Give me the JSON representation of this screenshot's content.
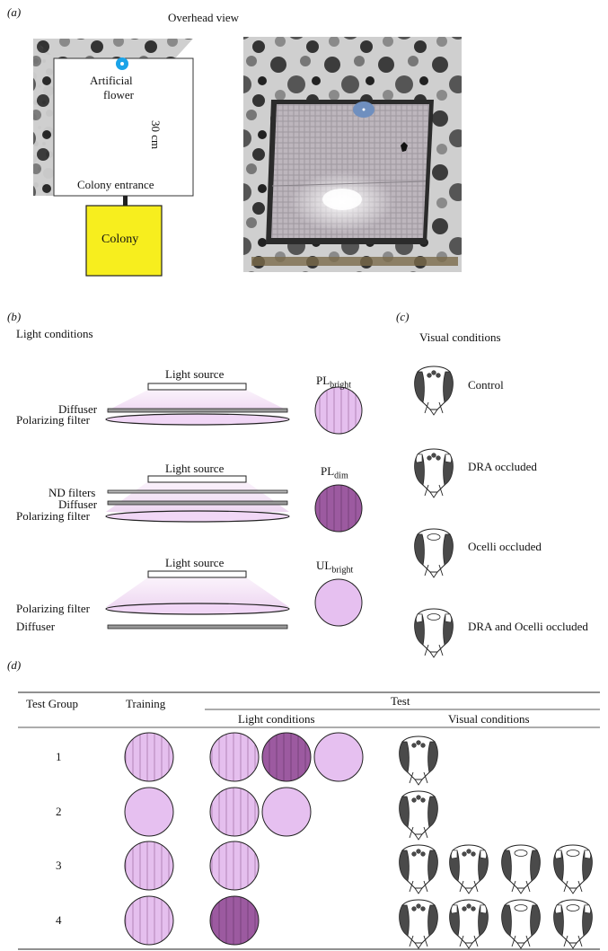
{
  "panel_a": {
    "label": "(a)",
    "title": "Overhead view",
    "flower_label_line1": "Artificial",
    "flower_label_line2": "flower",
    "size_label": "30 cm",
    "entrance_label": "Colony entrance",
    "colony_label": "Colony"
  },
  "panel_b": {
    "label": "(b)",
    "title": "Light conditions",
    "setups": [
      {
        "light_source": "Light source",
        "layers": [
          "Diffuser",
          "Polarizing filter"
        ],
        "stimulus_base": "PL",
        "stimulus_sub": "bright"
      },
      {
        "light_source": "Light source",
        "layers": [
          "ND filters",
          "Diffuser",
          "Polarizing filter"
        ],
        "stimulus_base": "PL",
        "stimulus_sub": "dim"
      },
      {
        "light_source": "Light source",
        "layers": [
          "Polarizing filter",
          "Diffuser"
        ],
        "stimulus_base": "UL",
        "stimulus_sub": "bright"
      }
    ]
  },
  "panel_c": {
    "label": "(c)",
    "title": "Visual conditions",
    "conditions": [
      "Control",
      "DRA occluded",
      "Ocelli occluded",
      "DRA and Ocelli occluded"
    ]
  },
  "panel_d": {
    "label": "(d)",
    "headers": {
      "group": "Test Group",
      "training": "Training",
      "test": "Test",
      "light": "Light conditions",
      "visual": "Visual conditions"
    },
    "rows": [
      {
        "group": "1",
        "training": "PL_bright",
        "light": [
          "PL_bright",
          "PL_dim",
          "UL_bright"
        ],
        "visual": [
          "Control"
        ]
      },
      {
        "group": "2",
        "training": "UL_bright",
        "light": [
          "PL_bright",
          "UL_bright"
        ],
        "visual": [
          "Control"
        ]
      },
      {
        "group": "3",
        "training": "PL_bright",
        "light": [
          "PL_bright"
        ],
        "visual": [
          "Control",
          "DRA occluded",
          "Ocelli occluded",
          "DRA and Ocelli occluded"
        ]
      },
      {
        "group": "4",
        "training": "PL_bright",
        "light": [
          "PL_dim"
        ],
        "visual": [
          "Control",
          "DRA occluded",
          "Ocelli occluded",
          "DRA and Ocelli occluded"
        ]
      }
    ]
  },
  "colors": {
    "pl_bright": "#e5bfee",
    "pl_dim": "#9c5aa0",
    "ul_bright": "#e6c0f0",
    "colony": "#f7ee1e",
    "flower": "#1aa3e8",
    "eye_dark": "#4a4a4a"
  }
}
